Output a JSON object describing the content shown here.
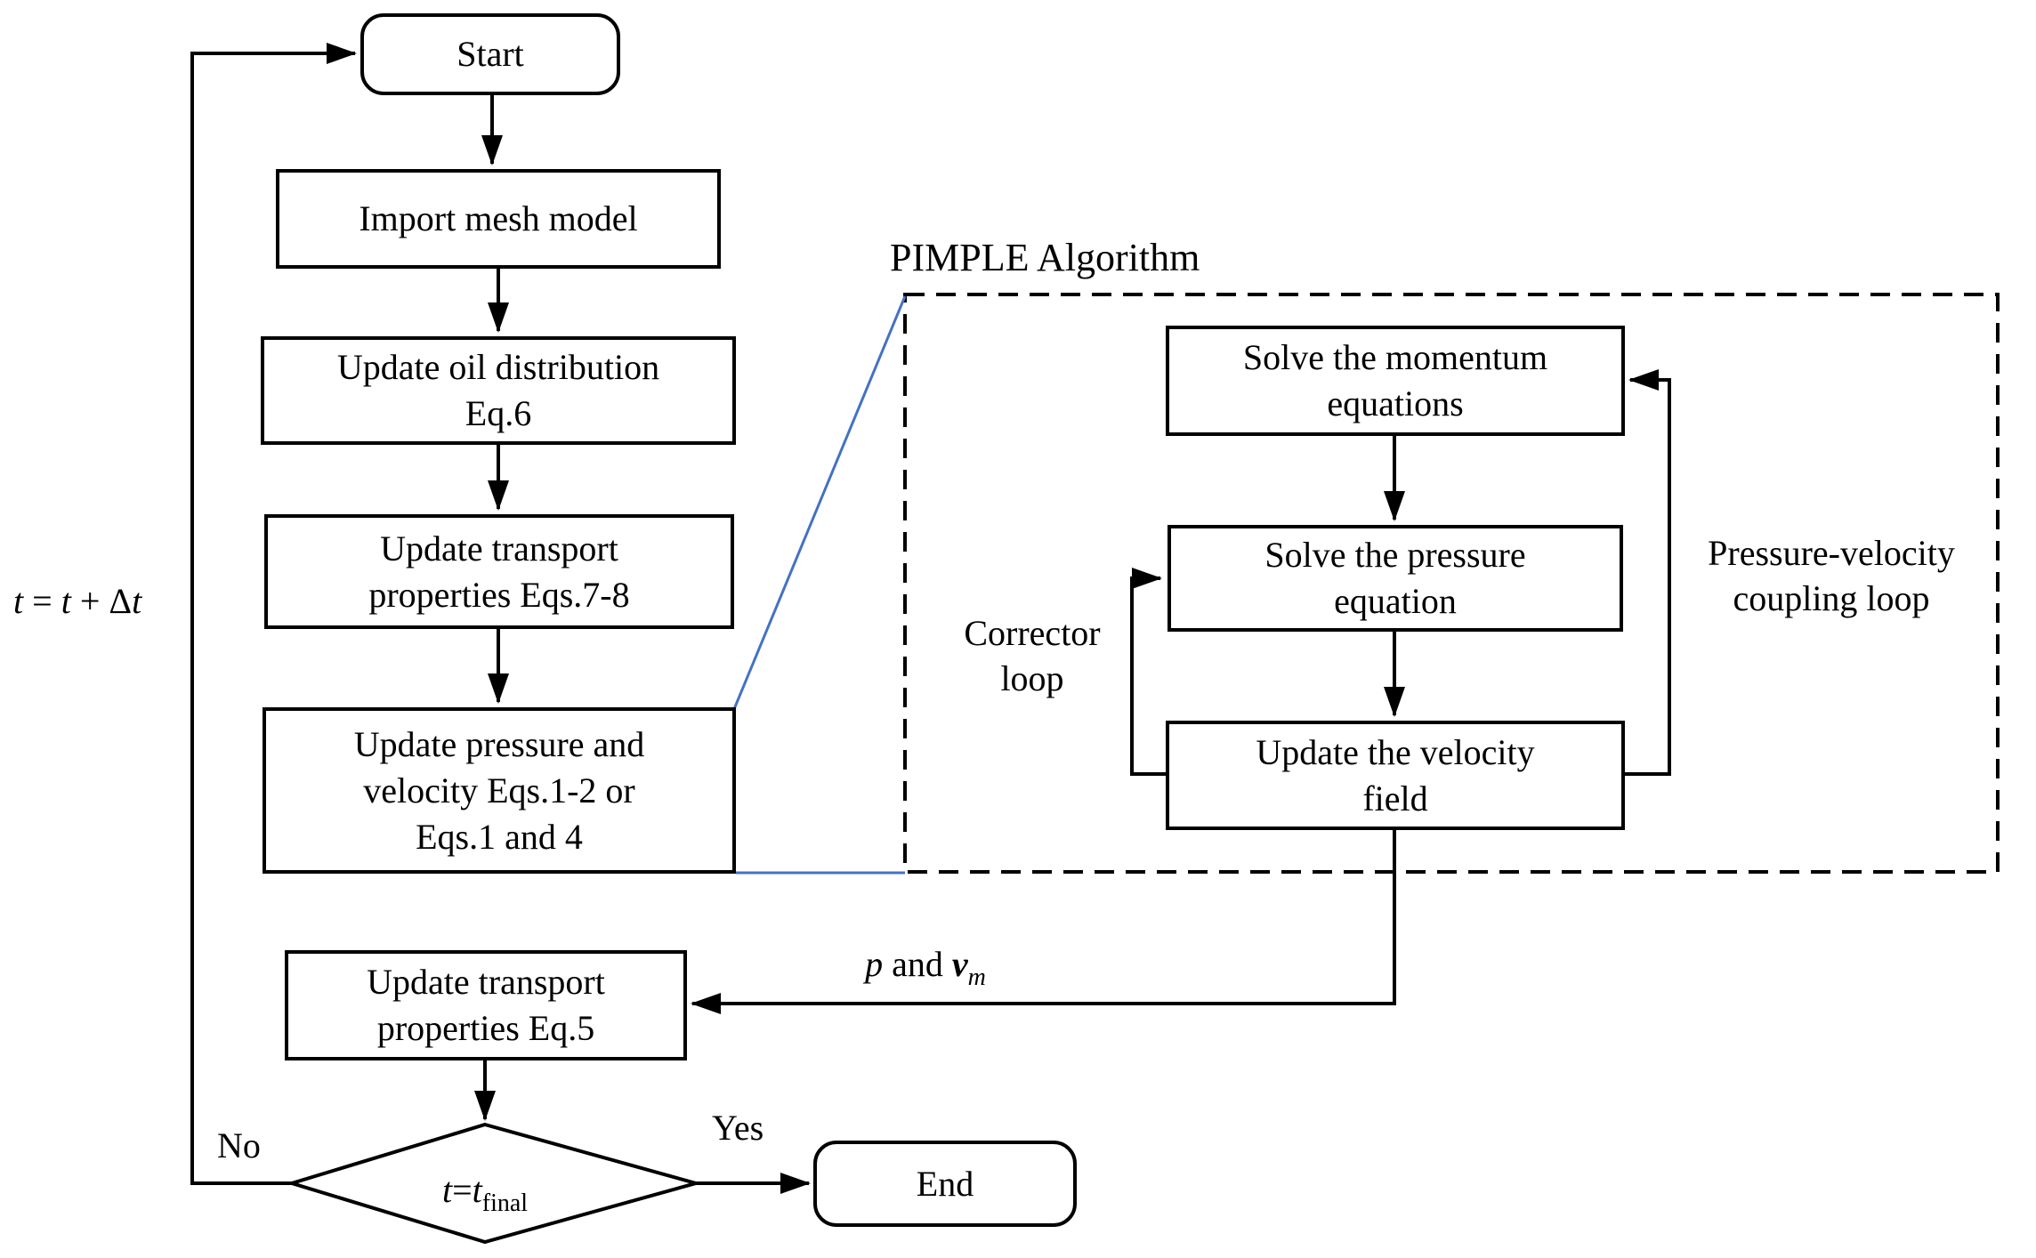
{
  "meta": {
    "ink_color": "#000000",
    "accent_blue": "#4472c4",
    "background": "#ffffff"
  },
  "pimple": {
    "title": "PIMPLE Algorithm"
  },
  "nodes": {
    "start": {
      "label": "Start"
    },
    "import_mesh": {
      "label": "Import mesh model"
    },
    "update_oil": {
      "line1": "Update oil distribution",
      "line2": "Eq.6"
    },
    "update_transport_78": {
      "line1": "Update transport",
      "line2": "properties Eqs.7-8"
    },
    "update_pressure_velocity": {
      "line1": "Update pressure and",
      "line2": "velocity Eqs.1-2 or",
      "line3": "Eqs.1 and 4"
    },
    "update_transport_5": {
      "line1": "Update transport",
      "line2": "properties Eq.5"
    },
    "solve_momentum": {
      "line1": "Solve the momentum",
      "line2": "equations"
    },
    "solve_pressure": {
      "line1": "Solve the pressure",
      "line2": "equation"
    },
    "update_velocity_field": {
      "line1": "Update the velocity",
      "line2": "field"
    },
    "end": {
      "label": "End"
    }
  },
  "decision": {
    "t1": "t",
    "eq": "=",
    "t2": "t",
    "sub": "final"
  },
  "labels": {
    "yes": "Yes",
    "no": "No",
    "corrector1": "Corrector",
    "corrector2": "loop",
    "coupling1": "Pressure-velocity",
    "coupling2": "coupling loop",
    "time": {
      "t1": "t",
      "eq": " = ",
      "t2": "t",
      "plus": " + ",
      "delta": "Δ",
      "t3": "t"
    },
    "pv": {
      "p": "p",
      "and": " and ",
      "v": "v",
      "sub": "m"
    }
  }
}
